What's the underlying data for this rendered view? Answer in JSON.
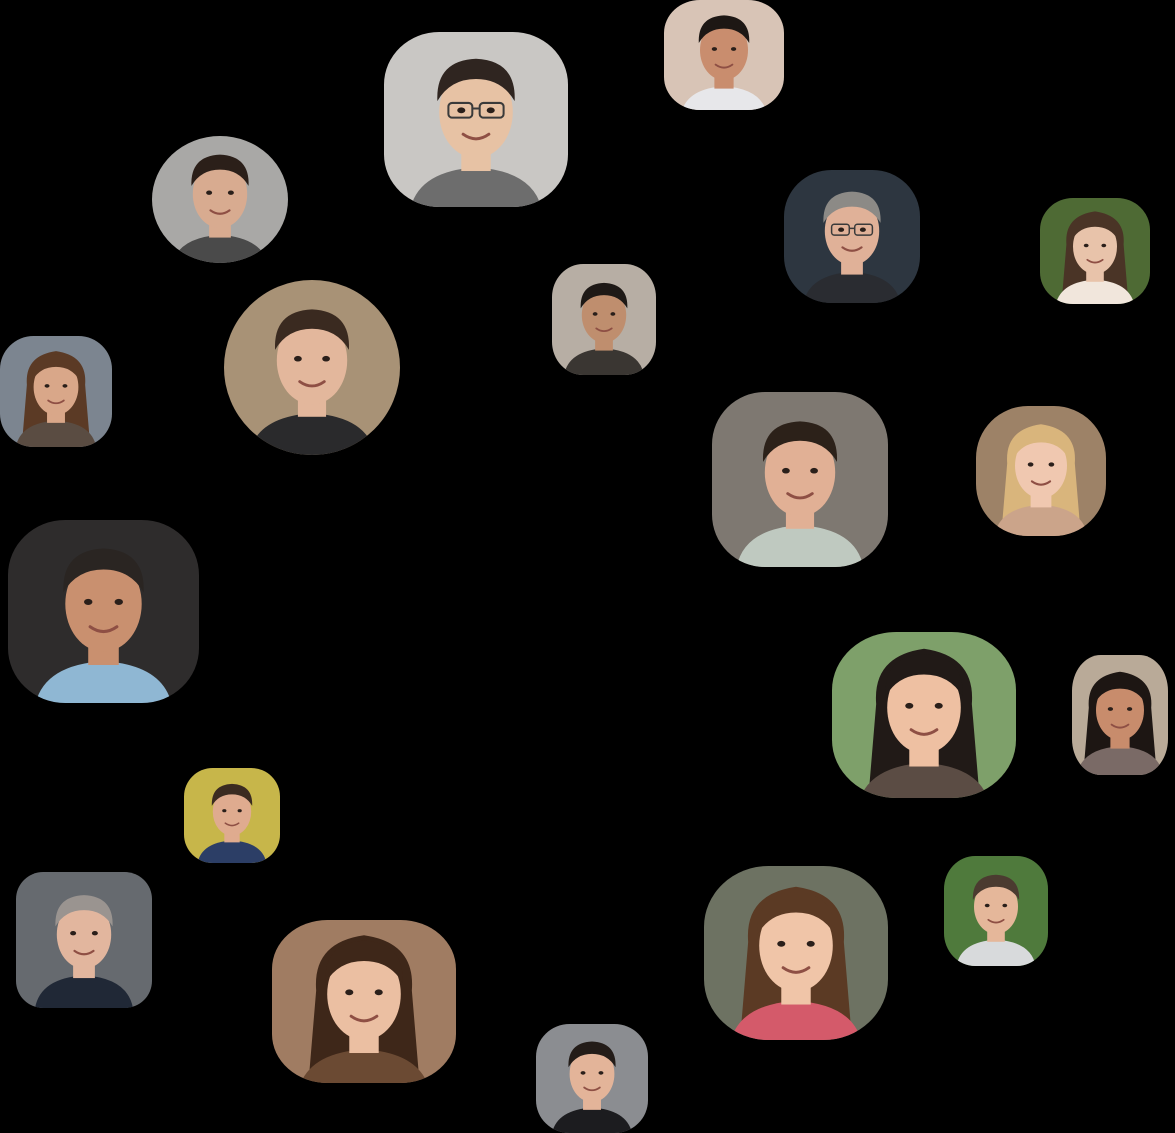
{
  "avatars": [
    {
      "id": "a1",
      "bg": "#c9c7c4",
      "skin": "#e7c2a4",
      "hair": "#2f2520",
      "shirt": "#6d6d6d",
      "glasses": true,
      "hair_long": false
    },
    {
      "id": "a2",
      "bg": "#d8c4b6",
      "skin": "#c98d6e",
      "hair": "#1d1714",
      "shirt": "#e7e7ea",
      "glasses": false,
      "hair_long": false
    },
    {
      "id": "a3",
      "bg": "#a9a8a6",
      "skin": "#d8ab90",
      "hair": "#2b1f19",
      "shirt": "#4a4a4a",
      "glasses": false,
      "hair_long": false
    },
    {
      "id": "a4",
      "bg": "#2d3640",
      "skin": "#e0b198",
      "hair": "#8c8a86",
      "shirt": "#2a2c31",
      "glasses": true,
      "hair_long": false
    },
    {
      "id": "a5",
      "bg": "#4e6a34",
      "skin": "#e8c3aa",
      "hair": "#4a3426",
      "shirt": "#f1e6dc",
      "glasses": false,
      "hair_long": true
    },
    {
      "id": "a6",
      "bg": "#b7aea4",
      "skin": "#bf8e6e",
      "hair": "#1e1916",
      "shirt": "#3a3632",
      "glasses": false,
      "hair_long": false
    },
    {
      "id": "a7",
      "bg": "#a89276",
      "skin": "#e3b79c",
      "hair": "#3a2a20",
      "shirt": "#2a2a2c",
      "glasses": false,
      "hair_long": false
    },
    {
      "id": "a8",
      "bg": "#7c8590",
      "skin": "#d9a789",
      "hair": "#5b3a25",
      "shirt": "#5a4c42",
      "glasses": false,
      "hair_long": true
    },
    {
      "id": "a9",
      "bg": "#7e7871",
      "skin": "#e1b095",
      "hair": "#2c2119",
      "shirt": "#bfc9c0",
      "glasses": false,
      "hair_long": false
    },
    {
      "id": "a10",
      "bg": "#9d8267",
      "skin": "#f0c8b0",
      "hair": "#d9b57c",
      "shirt": "#cba48a",
      "glasses": false,
      "hair_long": true
    },
    {
      "id": "a11",
      "bg": "#2e2c2c",
      "skin": "#c9906f",
      "hair": "#2a2522",
      "shirt": "#8fb7d3",
      "glasses": false,
      "hair_long": false
    },
    {
      "id": "a12",
      "bg": "#7ea06a",
      "skin": "#eec0a2",
      "hair": "#211a17",
      "shirt": "#5b4c44",
      "glasses": false,
      "hair_long": true
    },
    {
      "id": "a13",
      "bg": "#b9aa98",
      "skin": "#c88c6c",
      "hair": "#1d1613",
      "shirt": "#7a6a66",
      "glasses": false,
      "hair_long": true
    },
    {
      "id": "a14",
      "bg": "#c7b64a",
      "skin": "#dfab8f",
      "hair": "#3b2b21",
      "shirt": "#2c3e66",
      "glasses": false,
      "hair_long": false
    },
    {
      "id": "a15",
      "bg": "#666a6f",
      "skin": "#e2b69e",
      "hair": "#9a9490",
      "shirt": "#202836",
      "glasses": false,
      "hair_long": false
    },
    {
      "id": "a16",
      "bg": "#6d7262",
      "skin": "#f0c5a8",
      "hair": "#5b3a24",
      "shirt": "#d45a6a",
      "glasses": false,
      "hair_long": true
    },
    {
      "id": "a17",
      "bg": "#4f7a3c",
      "skin": "#e5b79a",
      "hair": "#4b3b30",
      "shirt": "#d8dadc",
      "glasses": false,
      "hair_long": false
    },
    {
      "id": "a18",
      "bg": "#a07c62",
      "skin": "#ebbfa2",
      "hair": "#3e2719",
      "shirt": "#6b4a33",
      "glasses": false,
      "hair_long": true
    },
    {
      "id": "a19",
      "bg": "#8b8d91",
      "skin": "#e3b499",
      "hair": "#231c18",
      "shirt": "#1c1c1f",
      "glasses": false,
      "hair_long": false
    }
  ]
}
